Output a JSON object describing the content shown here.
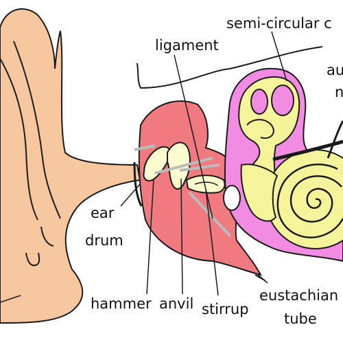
{
  "diagram": {
    "labels": {
      "semi_circular": "semi-circular c",
      "ligament": "ligament",
      "au": "au",
      "n": "n",
      "ear": "ear",
      "drum": "drum",
      "hammer": "hammer",
      "anvil": "anvil",
      "stirrup": "stirrup",
      "eustachian": "eustachian",
      "tube": "tube"
    },
    "colors": {
      "outer_ear": "#f7c8a0",
      "middle_ear": "#ef7a80",
      "inner_ear": "#f18ce2",
      "cochlea": "#f6f49a",
      "bones": "#fbfbd0",
      "outline": "#1a1a1a"
    }
  }
}
